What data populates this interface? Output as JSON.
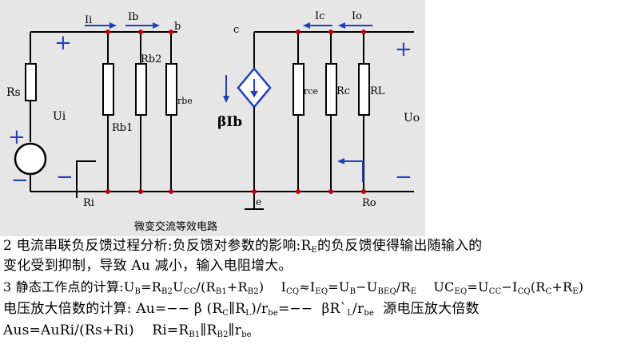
{
  "circuit": {
    "labels": {
      "Ii": "Ii",
      "Ib": "Ib",
      "b": "b",
      "c": "c",
      "Ic": "Ic",
      "Io": "Io",
      "Rs": "Rs",
      "Ui": "Ui",
      "Rb1": "Rb1",
      "Rb2": "Rb2",
      "rbe": "rbe",
      "beta_ib": "βIb",
      "rce": "rce",
      "Rc": "Rc",
      "RL": "RL",
      "Uo": "Uo",
      "Ri": "Ri",
      "e": "e",
      "Ro": "Ro",
      "plus_in": "+",
      "minus_in": "−",
      "plus_src": "+",
      "minus_src": "−",
      "plus_out": "+",
      "minus_out": "−"
    },
    "caption": "微变交流等效电路"
  },
  "text": {
    "line1": "2 电流串联负反馈过程分析:负反馈对参数的影响:R",
    "line1_sub": "E",
    "line1_tail": "的负反馈使得输出随输入的",
    "line2": "变化受到抑制，导致 Au 减小，输入电阻增大。",
    "line3": {
      "p1": "3 静态工作点的计算:U",
      "s1": "B",
      "p2": "=R",
      "s2": "B2",
      "p3": "U",
      "s3": "CC",
      "p4": "/(R",
      "s4": "B1",
      "p5": "+R",
      "s5": "B2",
      "p6": ")    I",
      "s6": "CQ",
      "p7": "≈I",
      "s7": "EQ",
      "p8": "=U",
      "s8": "B",
      "p9": "−U",
      "s9": "BEQ",
      "p10": "/R",
      "s10": "E",
      "p11": "    UC",
      "s11": "EQ",
      "p12": "=U",
      "s12": "CC",
      "p13": "−I",
      "s13": "CQ",
      "p14": "(R",
      "s14": "C",
      "p15": "+R",
      "s15": "E",
      "p16": ")"
    },
    "line4": {
      "p1": "电压放大倍数的计算: Au=−− β (R",
      "s1": "C",
      "p2": "∥R",
      "s2": "L",
      "p3": ")/r",
      "s3": "be",
      "p4": "=−−  βR`",
      "s4": "L",
      "p5": "/r",
      "s5": "be",
      "p6": "  源电压放大倍数"
    },
    "line5": {
      "p1": "Aus=AuRi/(Rs+Ri)    Ri=R",
      "s1": "B1",
      "p2": "∥R",
      "s2": "B2",
      "p3": "∥r",
      "s3": "be"
    }
  }
}
